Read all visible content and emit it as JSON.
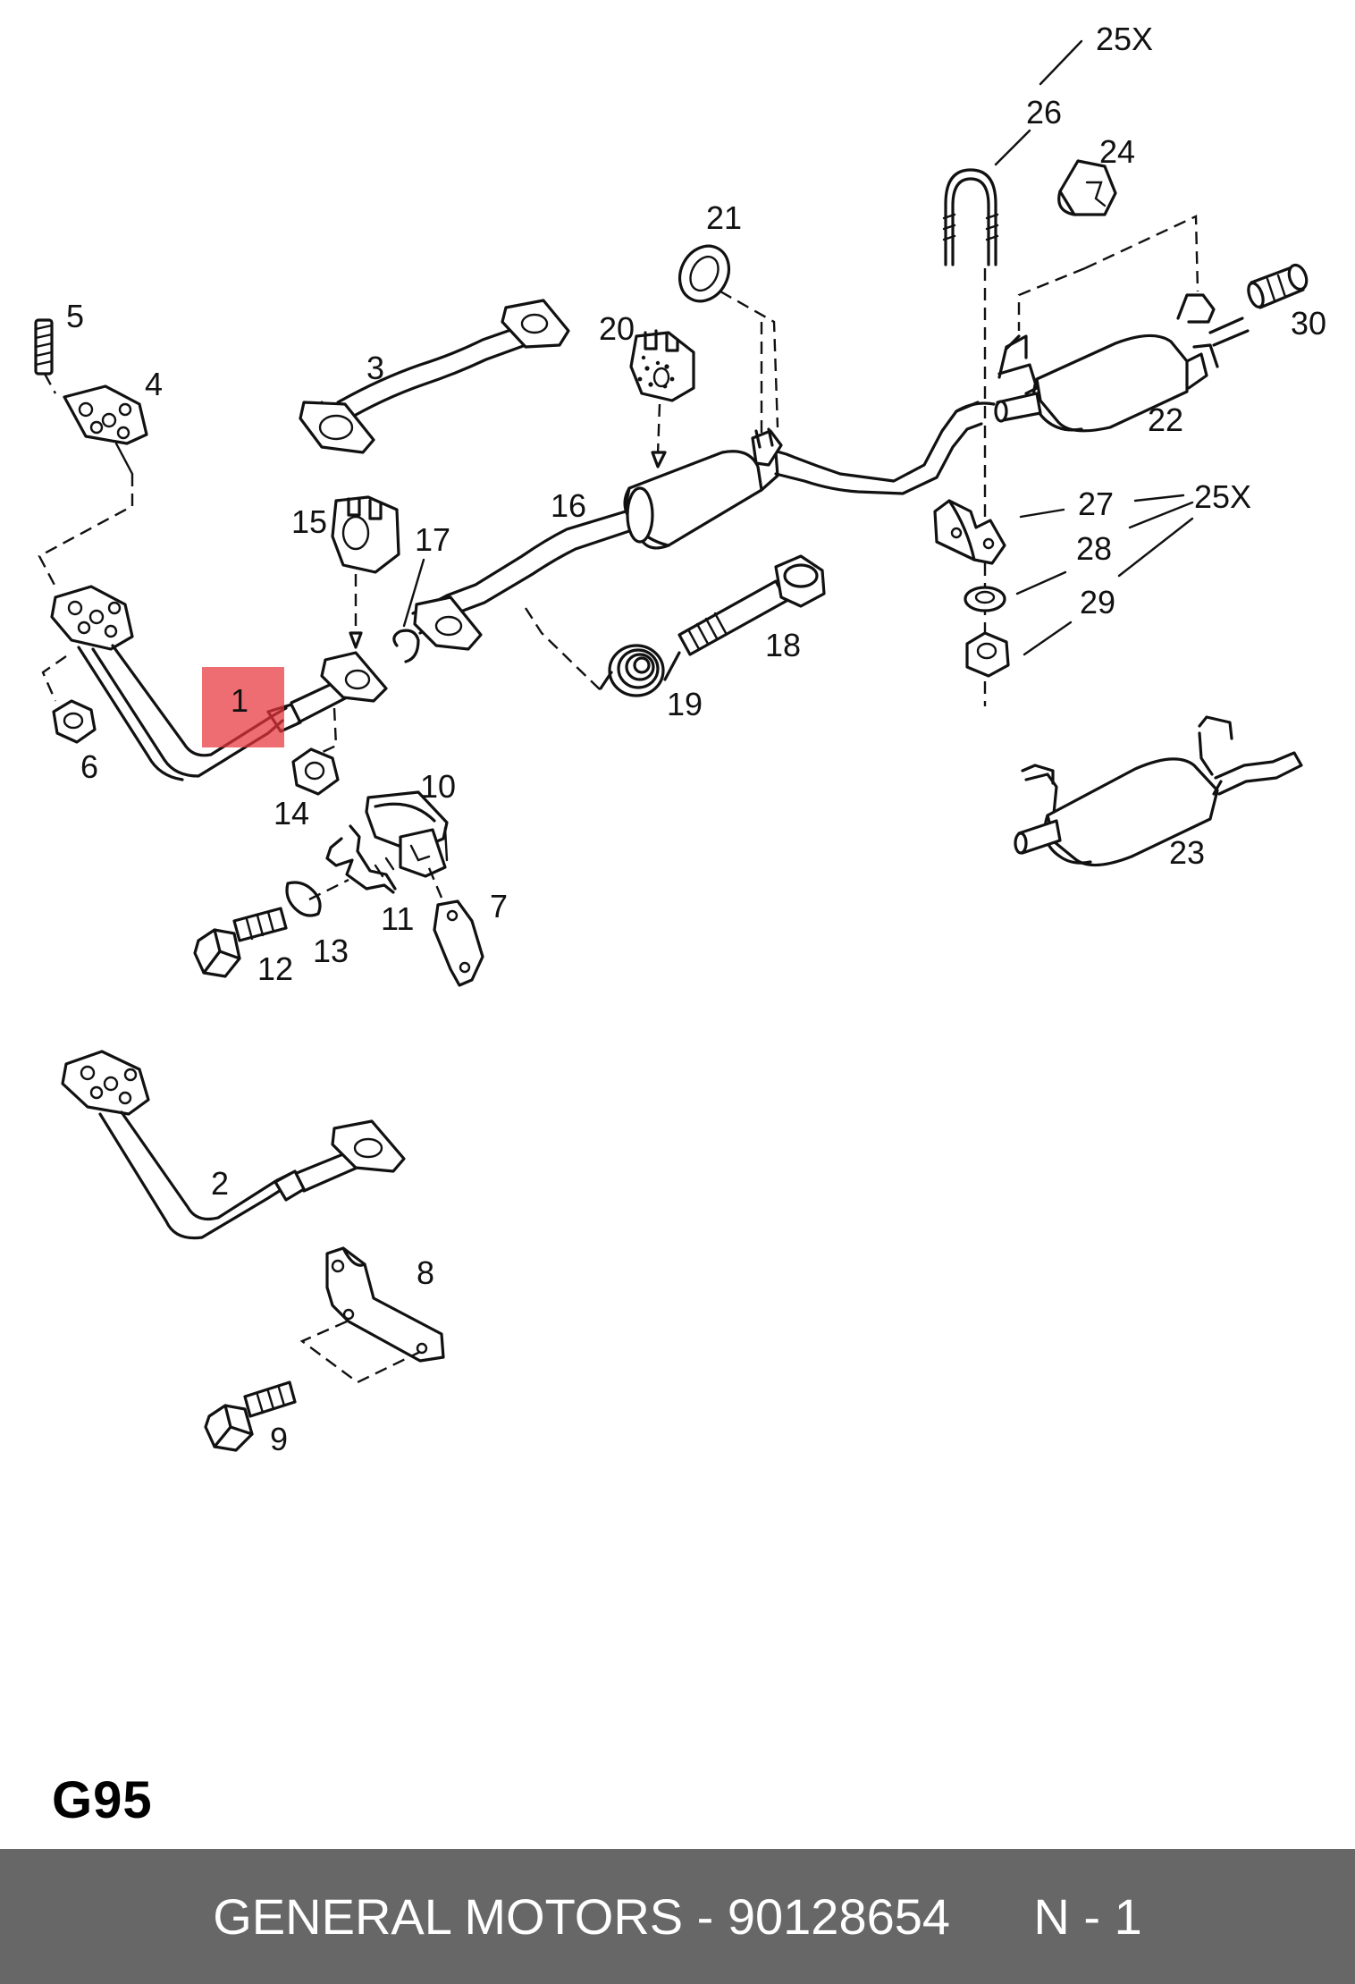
{
  "diagram": {
    "section_code": "G95",
    "highlighted_part": "1",
    "labels": {
      "p1": "1",
      "p2": "2",
      "p3": "3",
      "p4": "4",
      "p5": "5",
      "p6": "6",
      "p7": "7",
      "p8": "8",
      "p9": "9",
      "p10": "10",
      "p11": "11",
      "p12": "12",
      "p13": "13",
      "p14": "14",
      "p15": "15",
      "p16": "16",
      "p17": "17",
      "p18": "18",
      "p19": "19",
      "p20": "20",
      "p21": "21",
      "p22": "22",
      "p23": "23",
      "p24": "24",
      "p25a": "25X",
      "p25b": "25X",
      "p26": "26",
      "p27": "27",
      "p28": "28",
      "p29": "29",
      "p30": "30"
    }
  },
  "footer": {
    "brand": "GENERAL MOTORS",
    "separator": " - ",
    "part_number": "90128654",
    "gap": "      ",
    "quantity": "N - 1"
  },
  "colors": {
    "footer_background": "#676767",
    "highlight": "#e8343c"
  }
}
